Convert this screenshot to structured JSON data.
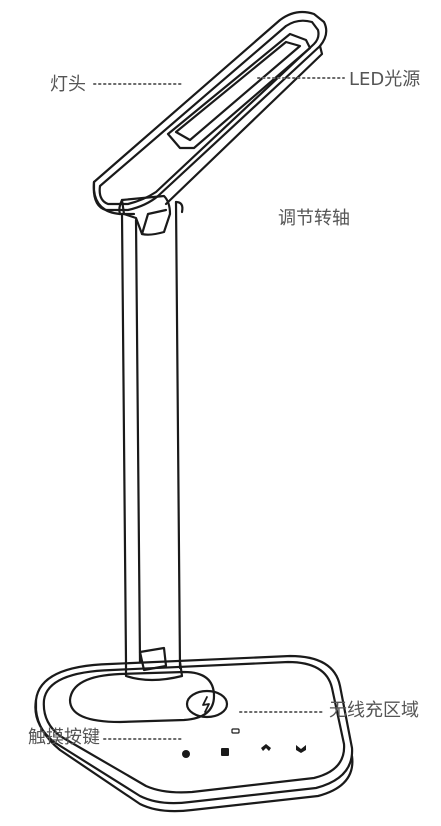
{
  "labels": {
    "lamp_head": "灯头",
    "led_source": "LED光源",
    "hinge": "调节转轴",
    "wireless_charging": "无线充区域",
    "touch_buttons": "触摸按键"
  }
}
